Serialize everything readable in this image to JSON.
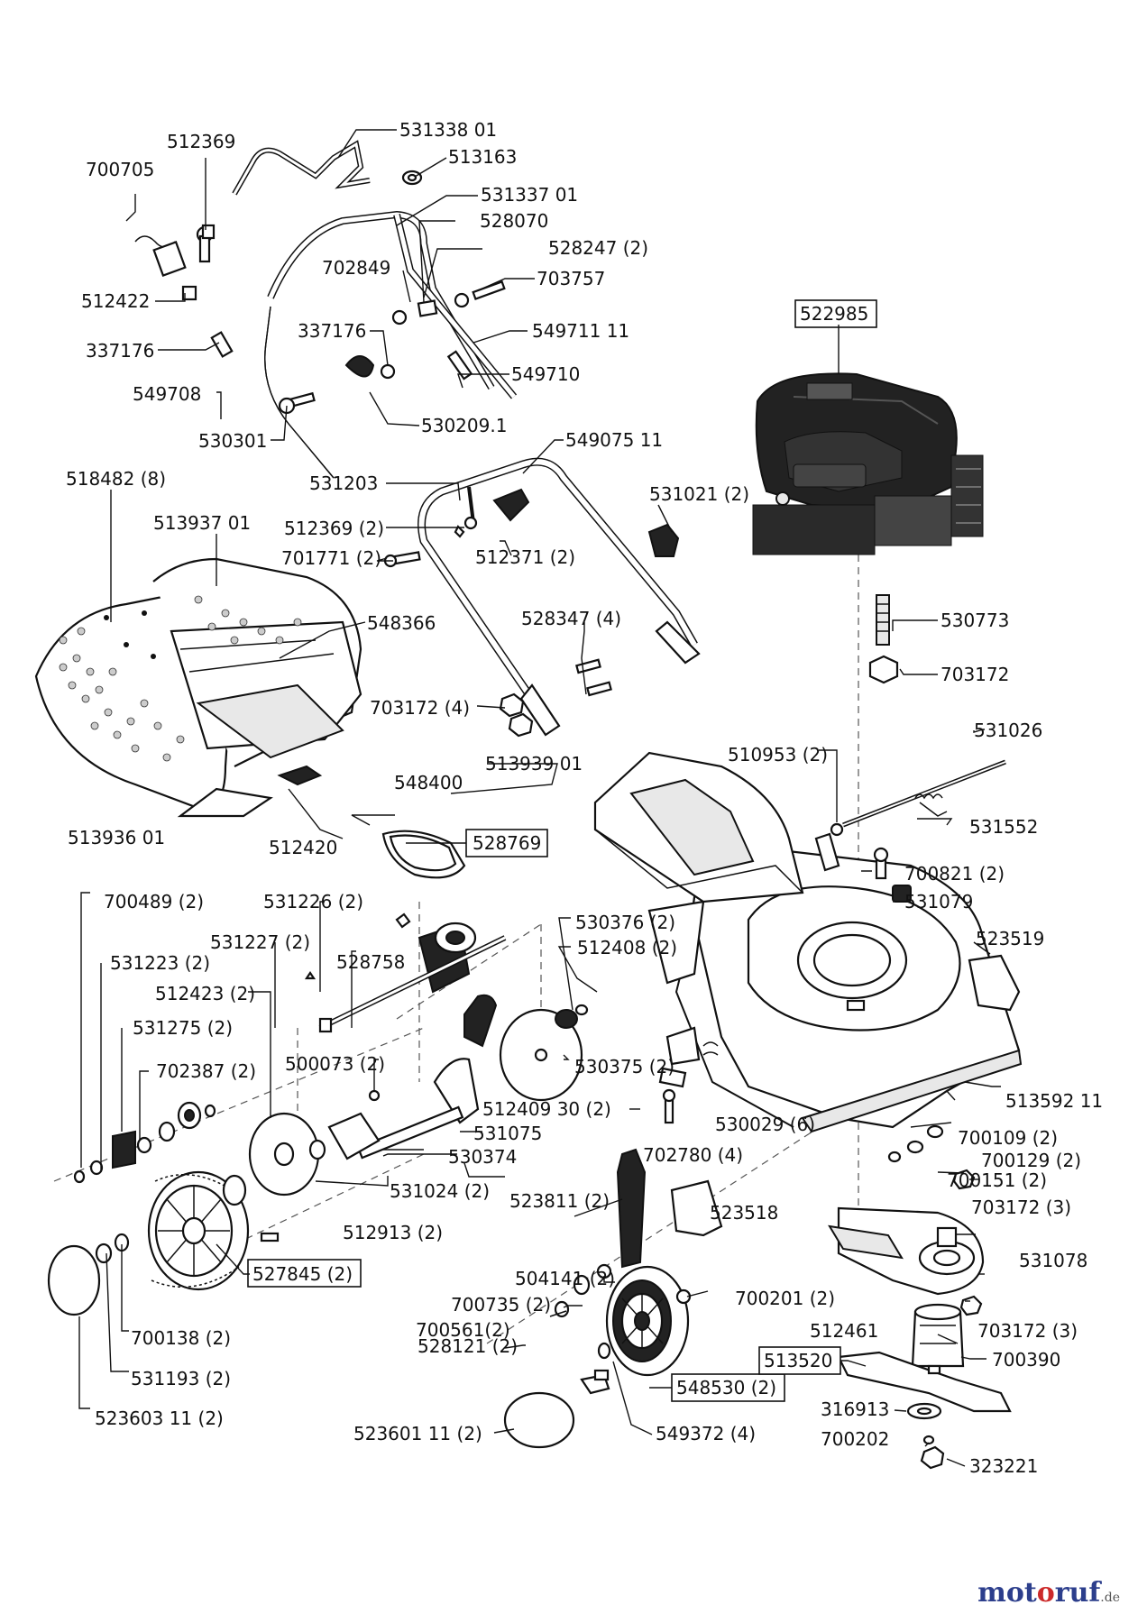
{
  "labels": {
    "p531338": "531338 01",
    "p512369a": "512369",
    "p513163": "513163",
    "p700705": "700705",
    "p531337": "531337 01",
    "p528070": "528070",
    "p528247": "528247 (2)",
    "p702849": "702849",
    "p703757": "703757",
    "p512422": "512422",
    "p522985": "522985",
    "p337176a": "337176",
    "p549711": "549711 11",
    "p337176b": "337176",
    "p549710": "549710",
    "p549708": "549708",
    "p530301": "530301",
    "p530209": "530209.1",
    "p549075": "549075 11",
    "p518482": "518482 (8)",
    "p531203": "531203",
    "p531021": "531021 (2)",
    "p512369b": "512369 (2)",
    "p513937": "513937 01",
    "p701771": "701771 (2)",
    "p512371": "512371 (2)",
    "p548366": "548366",
    "p530773": "530773",
    "p528347": "528347 (4)",
    "p703172a": "703172",
    "p703172b": "703172 (4)",
    "p531026": "531026",
    "p510953": "510953 (2)",
    "p513939": "513939 01",
    "p548400": "548400",
    "p531552": "531552",
    "p513936": "513936 01",
    "p512420": "512420",
    "p528769": "528769",
    "p700821": "700821 (2)",
    "p531079": "531079",
    "p700489": "700489 (2)",
    "p531226": "531226 (2)",
    "p530376": "530376 (2)",
    "p531227": "531227 (2)",
    "p512408": "512408 (2)",
    "p528758": "528758",
    "p523519": "523519",
    "p531223": "531223 (2)",
    "p512423": "512423 (2)",
    "p531275": "531275 (2)",
    "p500073": "500073 (2)",
    "p530375": "530375 (2)",
    "p702387": "702387 (2)",
    "p512409": "512409 30 (2)",
    "p513592": "513592 11",
    "p531075": "531075",
    "p530029": "530029 (6)",
    "p700109": "700109 (2)",
    "p530374": "530374",
    "p702780": "702780 (4)",
    "p700129": "700129 (2)",
    "p531024": "531024 (2)",
    "p700151": "700151 (2)",
    "p523811": "523811 (2)",
    "p523518": "523518",
    "p703172c": "703172 (3)",
    "p512913": "512913 (2)",
    "p531078": "531078",
    "p527845": "527845 (2)",
    "p504141": "504141 (2)",
    "p700735": "700735 (2)",
    "p700201": "700201 (2)",
    "p700561": "700561(2)",
    "p703172d": "703172 (3)",
    "p700138": "700138 (2)",
    "p512461": "512461",
    "p528121": "528121 (2)",
    "p513520": "513520",
    "p700390": "700390",
    "p531193": "531193 (2)",
    "p548530": "548530 (2)",
    "p316913": "316913",
    "p523601": "523601 11 (2)",
    "p549372": "549372 (4)",
    "p700202": "700202",
    "p523603": "523603 11 (2)",
    "p323221": "323221"
  },
  "watermark": {
    "part1": "mot",
    "part2": "o",
    "part3": "ruf",
    "suffix": ".de"
  }
}
